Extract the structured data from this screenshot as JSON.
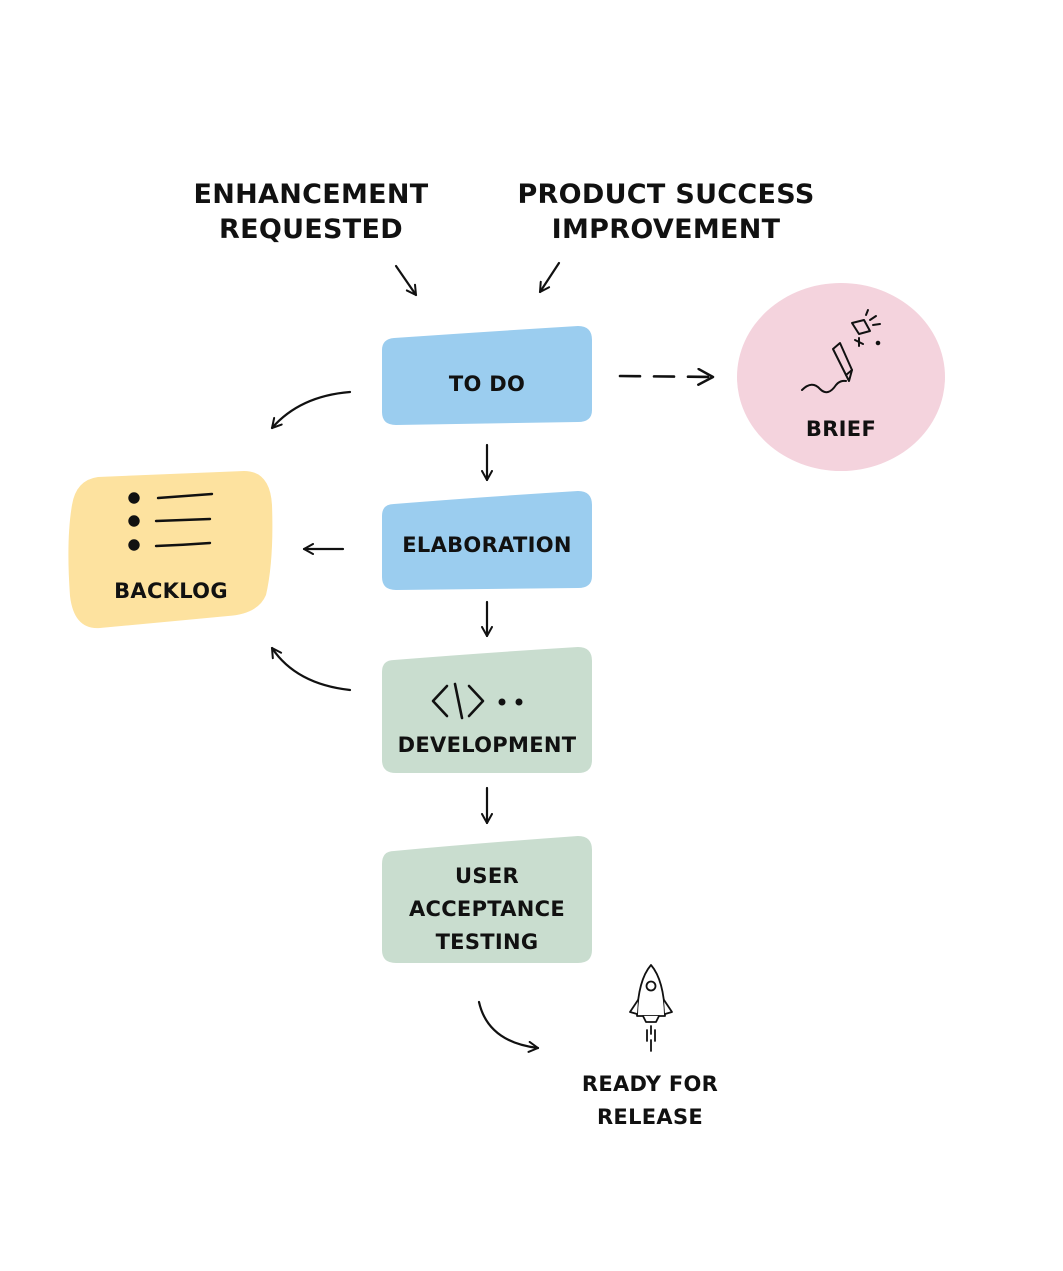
{
  "sources": {
    "enhancement_line1": "ENHANCEMENT",
    "enhancement_line2": "REQUESTED",
    "product_line1": "PRODUCT SUCCESS",
    "product_line2": "IMPROVEMENT"
  },
  "nodes": {
    "todo": "TO DO",
    "brief": "BRIEF",
    "backlog": "BACKLOG",
    "elaboration": "ELABORATION",
    "development": "DEVELOPMENT",
    "uat_line1": "USER",
    "uat_line2": "ACCEPTANCE",
    "uat_line3": "TESTING",
    "release_line1": "READY FOR",
    "release_line2": "RELEASE"
  },
  "icons": {
    "brief": "pencil-icon",
    "backlog": "list-icon",
    "development": "code-icon",
    "release": "rocket-icon"
  },
  "colors": {
    "blue": "#9bcdef",
    "green": "#c9ddcf",
    "yellow": "#fde29f",
    "pink": "#f4d3dd",
    "ink": "#111111"
  }
}
